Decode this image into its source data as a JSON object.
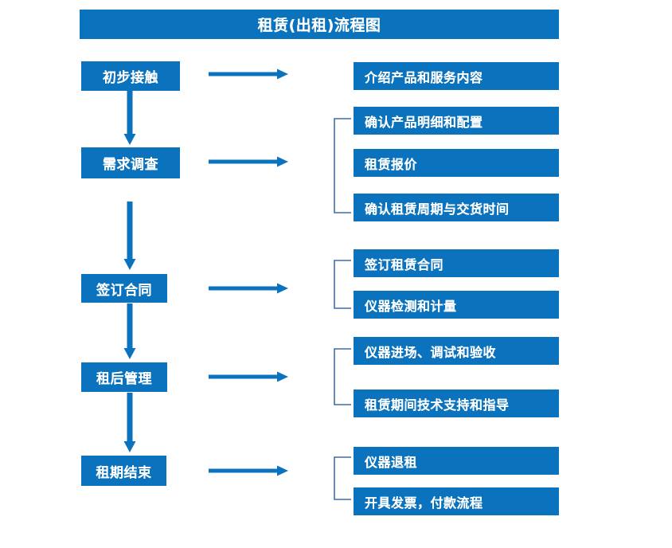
{
  "diagram": {
    "title": "租赁(出租)流程图",
    "accent_color": "#0b72bd",
    "bracket_color": "#3f6ea8",
    "text_color": "#ffffff",
    "background_color": "#ffffff",
    "stages": [
      {
        "label": "初步接触"
      },
      {
        "label": "需求调查"
      },
      {
        "label": "签订合同"
      },
      {
        "label": "租后管理"
      },
      {
        "label": "租期结束"
      }
    ],
    "details": [
      {
        "label": "介绍产品和服务内容"
      },
      {
        "label": "确认产品明细和配置"
      },
      {
        "label": "租赁报价"
      },
      {
        "label": "确认租赁周期与交货时间"
      },
      {
        "label": "签订租赁合同"
      },
      {
        "label": "仪器检测和计量"
      },
      {
        "label": "仪器进场、调试和验收"
      },
      {
        "label": "租赁期间技术支持和指导"
      },
      {
        "label": "仪器退租"
      },
      {
        "label": "开具发票，付款流程"
      }
    ],
    "connector_icons": {
      "right_arrow": "right-arrow-icon",
      "down_arrow": "down-arrow-icon",
      "group_bracket": "group-bracket-icon"
    }
  }
}
